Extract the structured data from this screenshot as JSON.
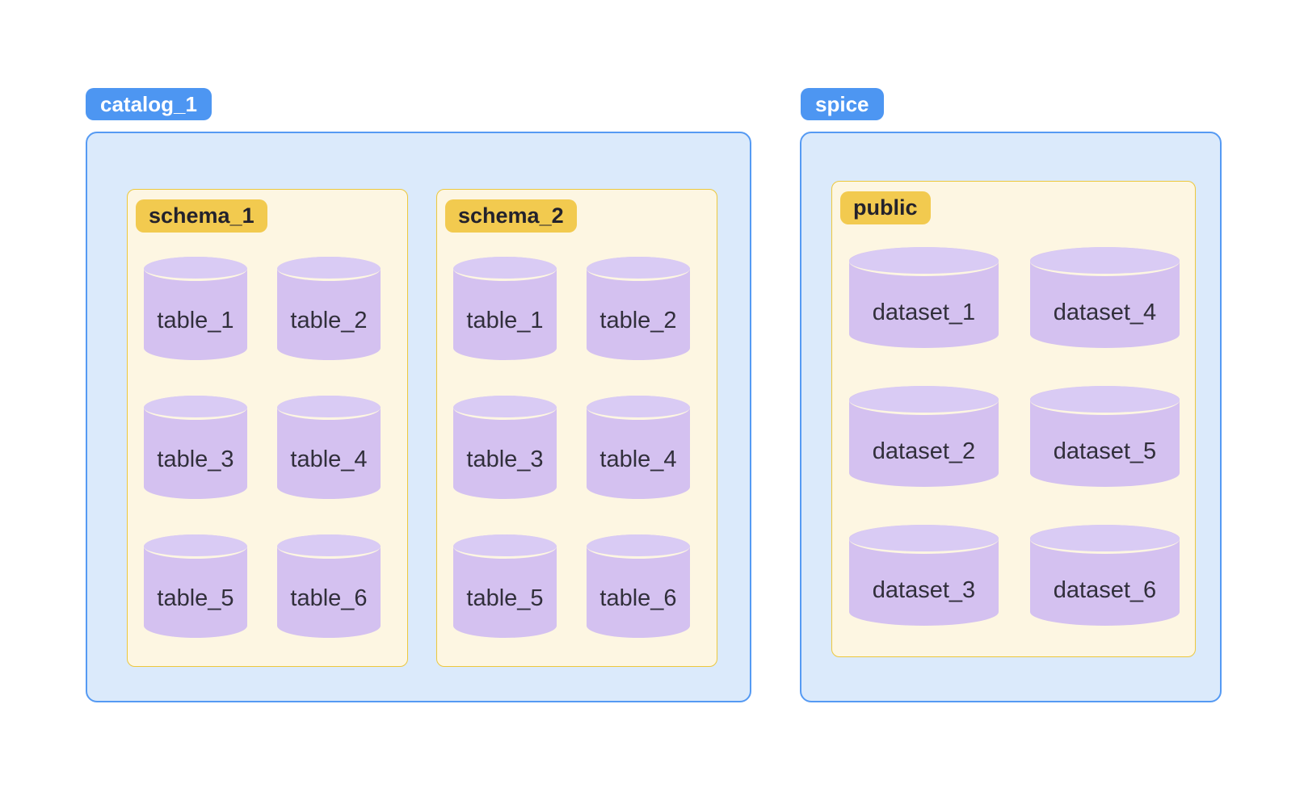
{
  "diagram": {
    "description": "Database catalog hierarchy diagram",
    "colors": {
      "catalog_badge_bg": "#4d96f2",
      "catalog_badge_text": "#ffffff",
      "catalog_container_bg": "#dbeafb",
      "catalog_container_border": "#559af3",
      "schema_badge_bg": "#f2ca4f",
      "schema_badge_text": "#23222c",
      "schema_panel_bg": "#fdf6e2",
      "schema_panel_border": "#ecc83d",
      "cylinder_body": "#d4c1f0",
      "cylinder_top": "#d9cbf4",
      "cylinder_divider": "#fdf6e2",
      "label_text": "#312f3b",
      "page_bg": "#ffffff"
    },
    "groups": [
      {
        "badge": "catalog_1",
        "panels": [
          {
            "badge": "schema_1",
            "items": [
              "table_1",
              "table_2",
              "table_3",
              "table_4",
              "table_5",
              "table_6"
            ]
          },
          {
            "badge": "schema_2",
            "items": [
              "table_1",
              "table_2",
              "table_3",
              "table_4",
              "table_5",
              "table_6"
            ]
          }
        ]
      },
      {
        "badge": "spice",
        "panels": [
          {
            "badge": "public",
            "items": [
              "dataset_1",
              "dataset_2",
              "dataset_3",
              "dataset_4",
              "dataset_5",
              "dataset_6"
            ],
            "column_order": [
              "dataset_1",
              "dataset_2",
              "dataset_3"
            ]
          }
        ]
      }
    ]
  }
}
